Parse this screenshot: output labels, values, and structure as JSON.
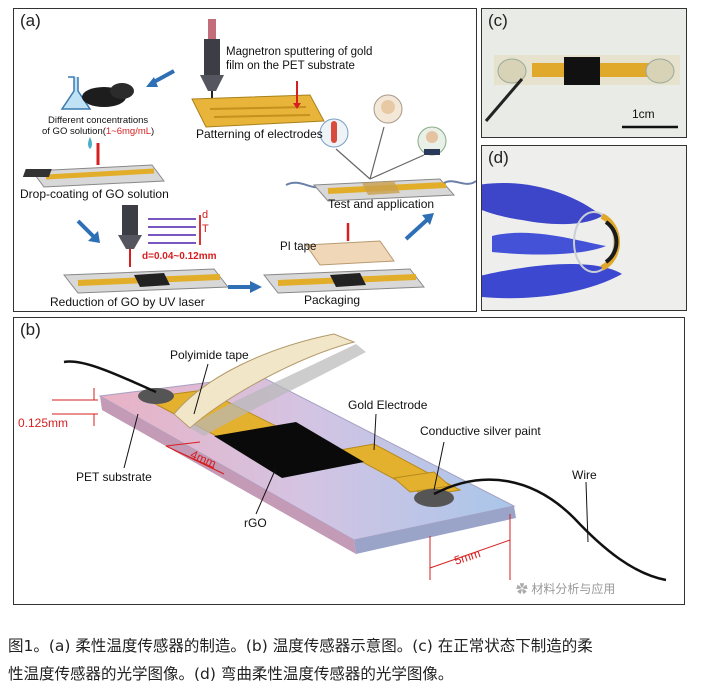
{
  "panel_a": {
    "label": "(a)",
    "sputter": "Magnetron sputtering of gold\nfilm on the PET substrate",
    "patterning": "Patterning of electrodes",
    "concentrations_1": "Different concentrations",
    "concentrations_2a": "of GO solution(",
    "concentrations_2b": "1~6mg/mL",
    "concentrations_2c": ")",
    "dropcoat": "Drop-coating of GO solution",
    "d_symbol": "d",
    "T_symbol": "T",
    "d_range": "d=0.04~0.12mm",
    "reduction": "Reduction of GO by UV laser",
    "pi_tape": "PI tape",
    "packaging": "Packaging",
    "test": "Test and application"
  },
  "panel_b": {
    "label": "(b)",
    "polyimide": "Polyimide tape",
    "gold": "Gold Electrode",
    "silver": "Conductive silver paint",
    "thickness": "0.125mm",
    "width4": "4mm",
    "pet": "PET substrate",
    "rgo": "rGO",
    "wire": "Wire",
    "width5": "5mm",
    "watermark": "材料分析与应用"
  },
  "panel_c": {
    "label": "(c)",
    "scale": "1cm"
  },
  "panel_d": {
    "label": "(d)"
  },
  "caption": {
    "line1": "图1。(a) 柔性温度传感器的制造。(b) 温度传感器示意图。(c) 在正常状态下制造的柔",
    "line2": "性温度传感器的光学图像。(d) 弯曲柔性温度传感器的光学图像。"
  }
}
